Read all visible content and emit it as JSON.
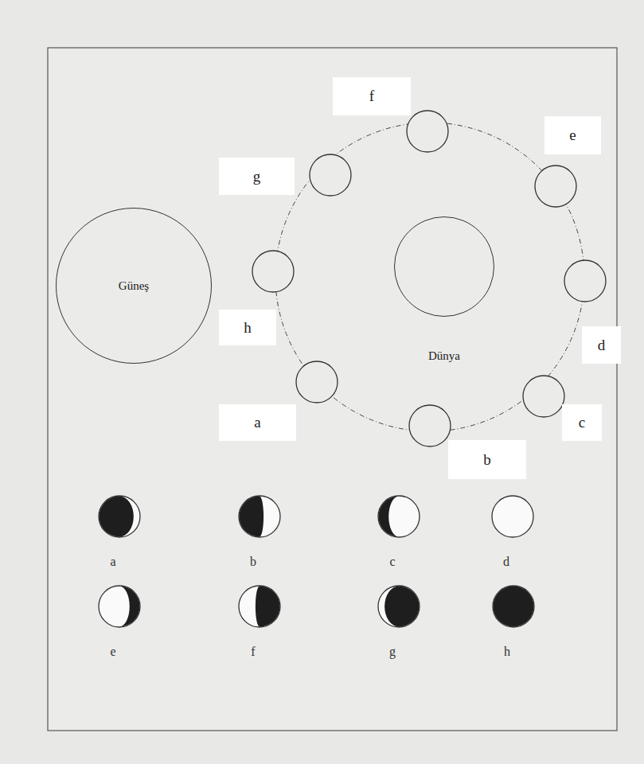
{
  "diagram": {
    "nodes": [
      {
        "text": [
          "f"
        ]
      },
      {
        "text": [
          "e"
        ]
      },
      {
        "text": [
          "g"
        ]
      },
      {
        "text": [
          "Güneş"
        ]
      },
      {
        "text": [
          "Dünya"
        ]
      },
      {
        "text": [
          "h"
        ]
      },
      {
        "text": [
          "d"
        ]
      },
      {
        "text": [
          "a"
        ]
      },
      {
        "text": [
          "c"
        ]
      },
      {
        "text": [
          "b"
        ]
      }
    ],
    "labels": [
      "a",
      "b",
      "c",
      "d",
      "e",
      "f",
      "g",
      "h"
    ]
  }
}
